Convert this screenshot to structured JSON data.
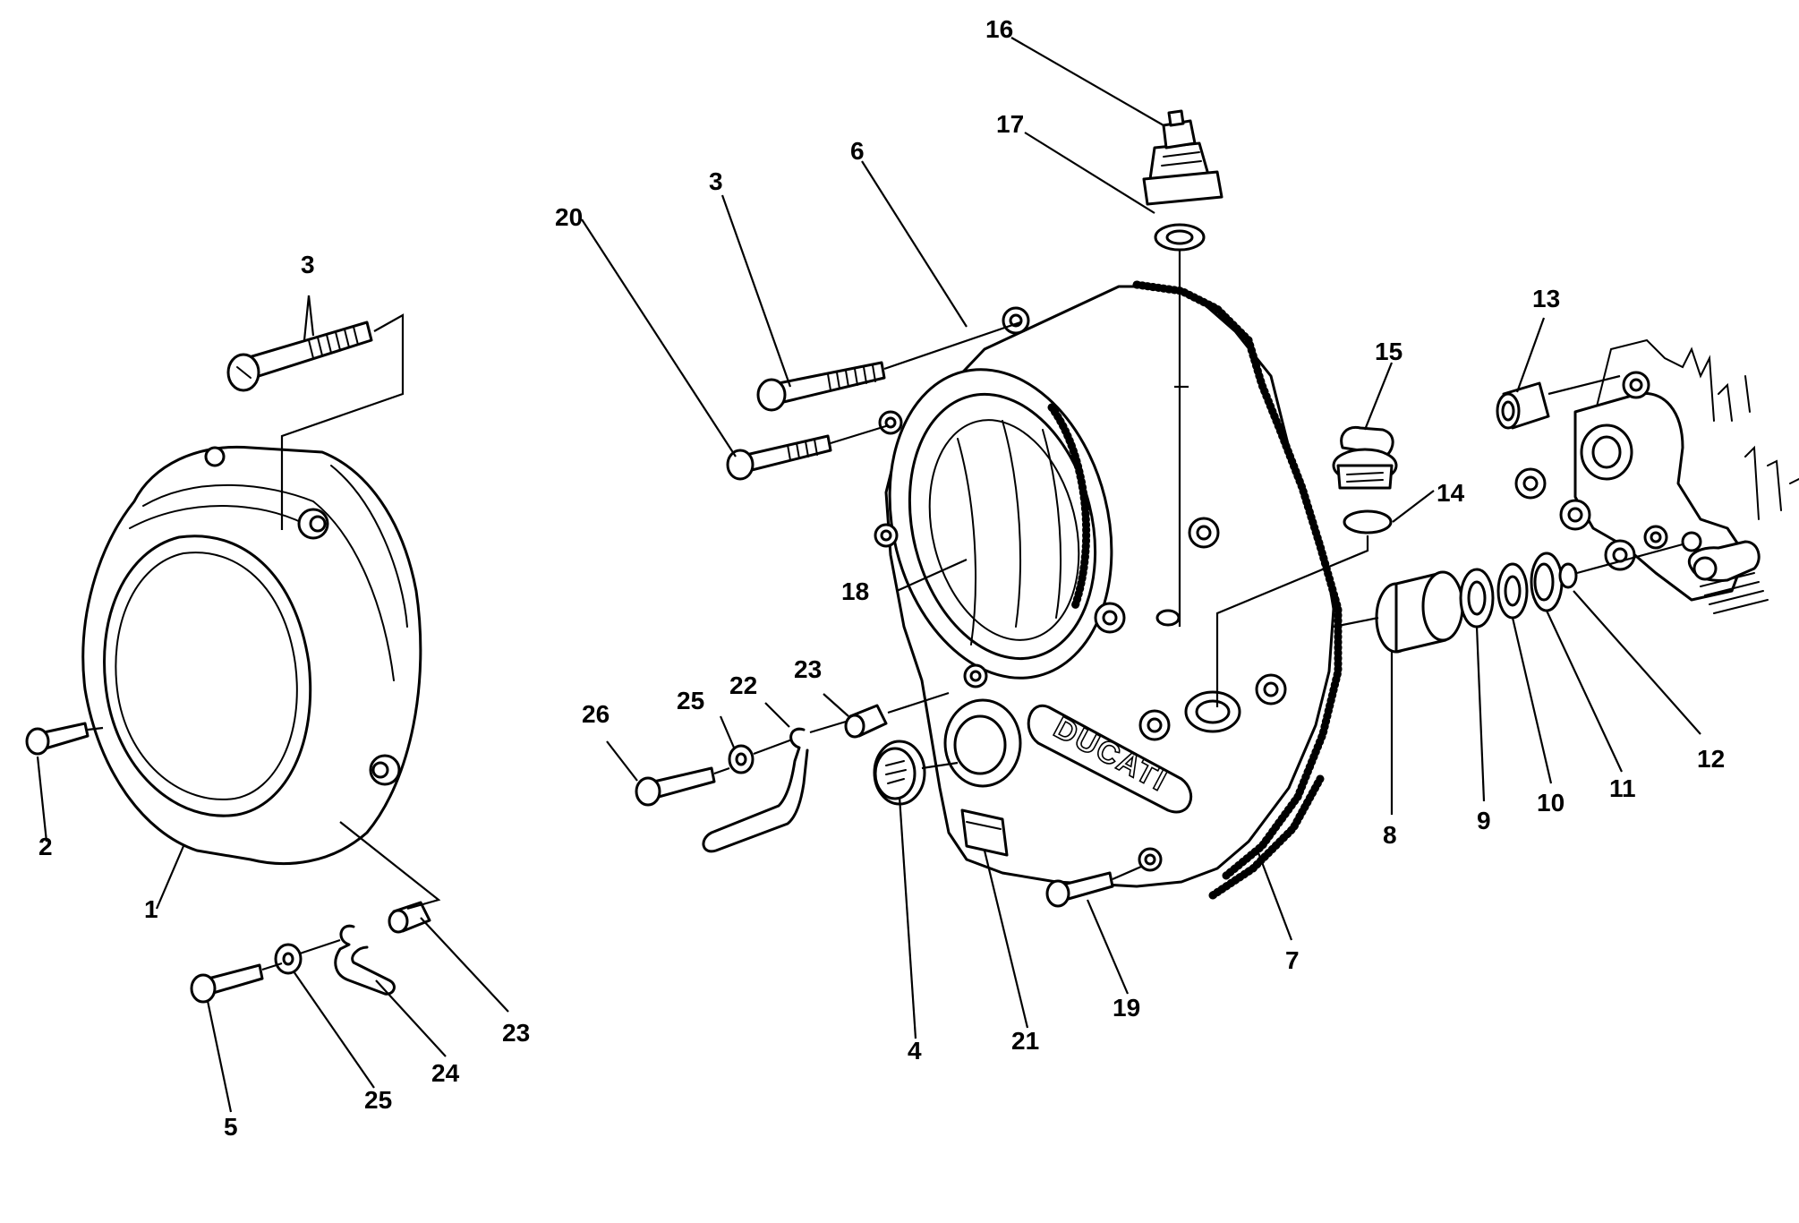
{
  "diagram": {
    "logo_text": "DUCATI",
    "callouts": [
      {
        "id": "c1",
        "text": "1"
      },
      {
        "id": "c2",
        "text": "2"
      },
      {
        "id": "c3a",
        "text": "3"
      },
      {
        "id": "c3b",
        "text": "3"
      },
      {
        "id": "c4",
        "text": "4"
      },
      {
        "id": "c5",
        "text": "5"
      },
      {
        "id": "c6",
        "text": "6"
      },
      {
        "id": "c7",
        "text": "7"
      },
      {
        "id": "c8",
        "text": "8"
      },
      {
        "id": "c9",
        "text": "9"
      },
      {
        "id": "c10",
        "text": "10"
      },
      {
        "id": "c11",
        "text": "11"
      },
      {
        "id": "c12",
        "text": "12"
      },
      {
        "id": "c13",
        "text": "13"
      },
      {
        "id": "c14",
        "text": "14"
      },
      {
        "id": "c15",
        "text": "15"
      },
      {
        "id": "c16",
        "text": "16"
      },
      {
        "id": "c17",
        "text": "17"
      },
      {
        "id": "c18",
        "text": "18"
      },
      {
        "id": "c19",
        "text": "19"
      },
      {
        "id": "c20",
        "text": "20"
      },
      {
        "id": "c21",
        "text": "21"
      },
      {
        "id": "c22",
        "text": "22"
      },
      {
        "id": "c23a",
        "text": "23"
      },
      {
        "id": "c23b",
        "text": "23"
      },
      {
        "id": "c24",
        "text": "24"
      },
      {
        "id": "c25a",
        "text": "25"
      },
      {
        "id": "c25b",
        "text": "25"
      },
      {
        "id": "c26",
        "text": "26"
      }
    ]
  }
}
